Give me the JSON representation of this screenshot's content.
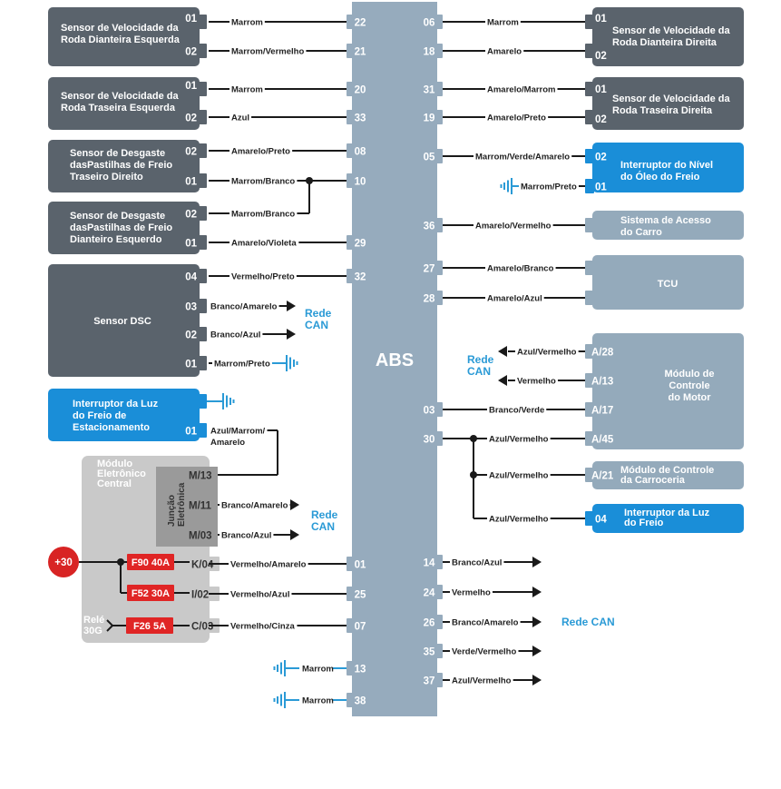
{
  "colors": {
    "dark_module": "#5a636c",
    "blue_module": "#1a8ed8",
    "gray_module": "#94aabb",
    "abs_block": "#96abbd",
    "central_module": "#c9c9c9",
    "junction": "#9a9a9a",
    "fuse": "#e02525",
    "battery": "#d82424",
    "wire": "#1a1a1a",
    "ground": "#2a9ad6",
    "can_text": "#2a9ad6"
  },
  "abs": {
    "label": "ABS"
  },
  "modules": {
    "front_left_speed": {
      "title": [
        "Sensor de Velocidade da",
        "Roda Dianteira Esquerda"
      ],
      "pins": [
        "01",
        "02"
      ]
    },
    "rear_left_speed": {
      "title": [
        "Sensor de Velocidade da",
        "Roda Traseira Esquerda"
      ],
      "pins": [
        "01",
        "02"
      ]
    },
    "rear_right_pad": {
      "title": [
        "Sensor de Desgaste",
        "dasPastilhas de Freio",
        "Traseiro Direito"
      ],
      "pins": [
        "02",
        "01"
      ]
    },
    "front_left_pad": {
      "title": [
        "Sensor de Desgaste",
        "dasPastilhas de Freio",
        "Dianteiro Esquerdo"
      ],
      "pins": [
        "02",
        "01"
      ]
    },
    "dsc": {
      "title": [
        "Sensor DSC"
      ],
      "pins": [
        "04",
        "03",
        "02",
        "01"
      ]
    },
    "parking_brake": {
      "title": [
        "Interruptor da Luz",
        "do Freio de",
        "Estacionamento"
      ],
      "pins": [
        "01"
      ]
    },
    "front_right_speed": {
      "title": [
        "Sensor de Velocidade da",
        "Roda Dianteira Direita"
      ],
      "pins": [
        "01",
        "02"
      ]
    },
    "rear_right_speed": {
      "title": [
        "Sensor de Velocidade da",
        "Roda Traseira Direita"
      ],
      "pins": [
        "01",
        "02"
      ]
    },
    "brake_fluid": {
      "title": [
        "Interruptor do Nível",
        "do Óleo do Freio"
      ],
      "pins": [
        "02",
        "01"
      ]
    },
    "car_access": {
      "title": [
        "Sistema de Acesso",
        "do Carro"
      ]
    },
    "tcu": {
      "title": [
        "TCU"
      ]
    },
    "engine": {
      "title": [
        "Módulo de",
        "Controle",
        "do Motor"
      ],
      "pins": [
        "A/28",
        "A/13",
        "A/17",
        "A/45"
      ]
    },
    "body": {
      "title": [
        "Módulo de Controle",
        "da Carroceria"
      ],
      "pins": [
        "A/21"
      ]
    },
    "brake_light": {
      "title": [
        "Interruptor da Luz",
        "do Freio"
      ],
      "pins": [
        "04"
      ]
    },
    "central": {
      "title": [
        "Módulo",
        "Eletrônico",
        "Central"
      ],
      "junction": [
        "Junção",
        "Eletrônica"
      ],
      "pins": [
        "M/13",
        "M/11",
        "M/03",
        "K/04",
        "I/02",
        "C/03"
      ]
    }
  },
  "power": {
    "battery": "+30",
    "relay": [
      "Relé",
      "30G"
    ],
    "fuses": [
      "F90 40A",
      "F52 30A",
      "F26 5A"
    ]
  },
  "left_wires": [
    {
      "wire": "Marrom",
      "from": "01",
      "abs_pin": "22"
    },
    {
      "wire": "Marrom/Vermelho",
      "from": "02",
      "abs_pin": "21"
    },
    {
      "wire": "Marrom",
      "from": "01",
      "abs_pin": "20"
    },
    {
      "wire": "Azul",
      "from": "02",
      "abs_pin": "33"
    },
    {
      "wire": "Amarelo/Preto",
      "from": "02",
      "abs_pin": "08"
    },
    {
      "wire": "Marrom/Branco",
      "from": "01",
      "abs_pin": "10"
    },
    {
      "wire": "Marrom/Branco",
      "from": "02",
      "abs_pin": "10"
    },
    {
      "wire": "Amarelo/Violeta",
      "from": "01",
      "abs_pin": "29"
    },
    {
      "wire": "Vermelho/Preto",
      "from": "04",
      "abs_pin": "32"
    },
    {
      "wire": "Branco/Amarelo",
      "from": "03",
      "to": "Rede CAN"
    },
    {
      "wire": "Branco/Azul",
      "from": "02",
      "to": "Rede CAN"
    },
    {
      "wire": "Marrom/Preto",
      "from": "01",
      "to": "ground"
    },
    {
      "wire": "Azul/Marrom/ Amarelo",
      "from": "01",
      "to": "M/13"
    },
    {
      "wire": "Branco/Amarelo",
      "from": "M/11",
      "to": "Rede CAN"
    },
    {
      "wire": "Branco/Azul",
      "from": "M/03",
      "to": "Rede CAN"
    },
    {
      "wire": "Vermelho/Amarelo",
      "from": "K/04",
      "abs_pin": "01"
    },
    {
      "wire": "Vermelho/Azul",
      "from": "I/02",
      "abs_pin": "25"
    },
    {
      "wire": "Vermelho/Cinza",
      "from": "C/03",
      "abs_pin": "07"
    },
    {
      "wire": "Marrom",
      "from": "ground",
      "abs_pin": "13"
    },
    {
      "wire": "Marrom",
      "from": "ground",
      "abs_pin": "38"
    }
  ],
  "right_wires": [
    {
      "wire": "Marrom",
      "abs_pin": "06",
      "to": "01"
    },
    {
      "wire": "Amarelo",
      "abs_pin": "18",
      "to": "02"
    },
    {
      "wire": "Amarelo/Marrom",
      "abs_pin": "31",
      "to": "01"
    },
    {
      "wire": "Amarelo/Preto",
      "abs_pin": "19",
      "to": "02"
    },
    {
      "wire": "Marrom/Verde/Amarelo",
      "abs_pin": "05",
      "to": "02"
    },
    {
      "wire": "Marrom/Preto",
      "from": "ground",
      "to": "01"
    },
    {
      "wire": "Amarelo/Vermelho",
      "abs_pin": "36",
      "to": "Sistema de Acesso do Carro"
    },
    {
      "wire": "Amarelo/Branco",
      "abs_pin": "27",
      "to": "TCU"
    },
    {
      "wire": "Amarelo/Azul",
      "abs_pin": "28",
      "to": "TCU"
    },
    {
      "wire": "Azul/Vermelho",
      "from": "A/28",
      "to": "Rede CAN"
    },
    {
      "wire": "Vermelho",
      "from": "A/13",
      "to": "Rede CAN"
    },
    {
      "wire": "Branco/Verde",
      "abs_pin": "03",
      "to": "A/17"
    },
    {
      "wire": "Azul/Vermelho",
      "abs_pin": "30",
      "to": "A/45"
    },
    {
      "wire": "Azul/Vermelho",
      "abs_pin": "30",
      "to": "A/21"
    },
    {
      "wire": "Azul/Vermelho",
      "abs_pin": "30",
      "to": "04"
    },
    {
      "wire": "Branco/Azul",
      "abs_pin": "14",
      "to": "Rede CAN"
    },
    {
      "wire": "Vermelho",
      "abs_pin": "24",
      "to": "Rede CAN"
    },
    {
      "wire": "Branco/Amarelo",
      "abs_pin": "26",
      "to": "Rede CAN"
    },
    {
      "wire": "Verde/Vermelho",
      "abs_pin": "35",
      "to": "Rede CAN"
    },
    {
      "wire": "Azul/Vermelho",
      "abs_pin": "37",
      "to": "Rede CAN"
    }
  ],
  "can_labels": [
    "Rede",
    "CAN",
    "Rede CAN"
  ]
}
